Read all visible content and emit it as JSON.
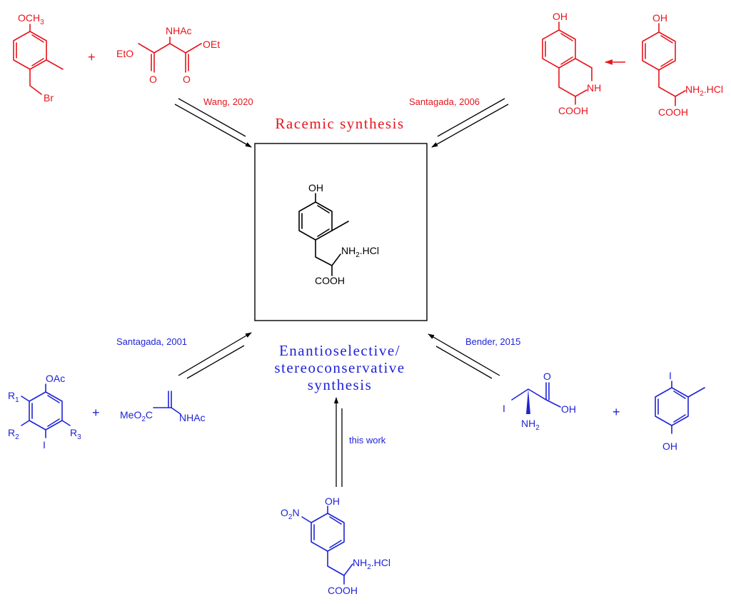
{
  "headings": {
    "racemic": "Racemic synthesis",
    "enantio_line1": "Enantioselective/",
    "enantio_line2": "stereoconservative",
    "enantio_line3": "synthesis"
  },
  "citations": {
    "wang": "Wang, 2020",
    "santagada_2006": "Santagada, 2006",
    "santagada_2001": "Santagada, 2001",
    "bender": "Bender, 2015",
    "this_work": "this work"
  },
  "labels": {
    "plus": "+",
    "och3": "OCH3",
    "br": "Br",
    "nhac": "NHAc",
    "eto": "EtO",
    "oet": "OEt",
    "o": "O",
    "oh": "OH",
    "nh": "NH",
    "cooh": "COOH",
    "nh2hcl": "NH2.HCl",
    "oac": "OAc",
    "r1": "R1",
    "r2": "R2",
    "r3": "R3",
    "i": "I",
    "meo2c": "MeO2C",
    "nh2": "NH2",
    "o2n": "O2N"
  },
  "colors": {
    "racemic": "#e8141b",
    "enantioselective": "#1f23d6",
    "product": "#000000"
  }
}
